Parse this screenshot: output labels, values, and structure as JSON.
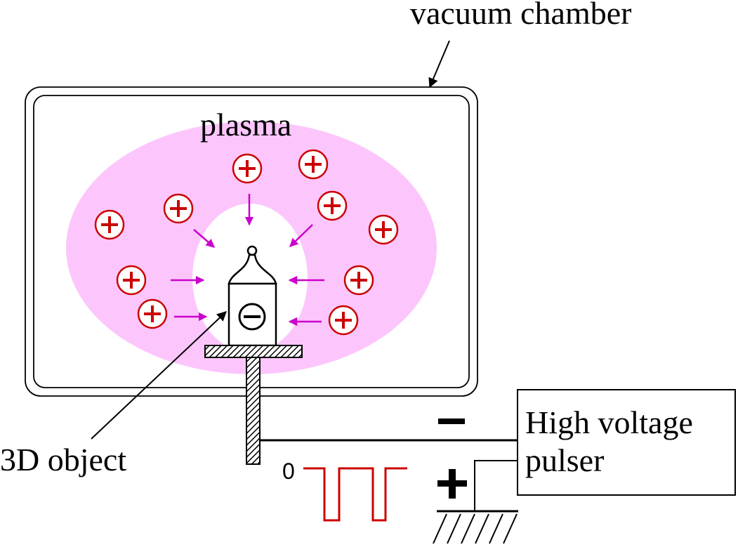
{
  "labels": {
    "vacuum_chamber": "vacuum chamber",
    "plasma": "plasma",
    "object": "3D object",
    "pulser_line1": "High voltage",
    "pulser_line2": "pulser",
    "pulse_zero": "0"
  },
  "colors": {
    "plasma": "#fcc6fc",
    "ion": "#cc0000",
    "arrow": "#cc00cc",
    "pulse": "#cc0000",
    "line": "#000000"
  },
  "icons": {
    "positive_ion": "plus-in-circle",
    "negative_charge": "minus-in-circle",
    "ground": "ground-hatch"
  }
}
